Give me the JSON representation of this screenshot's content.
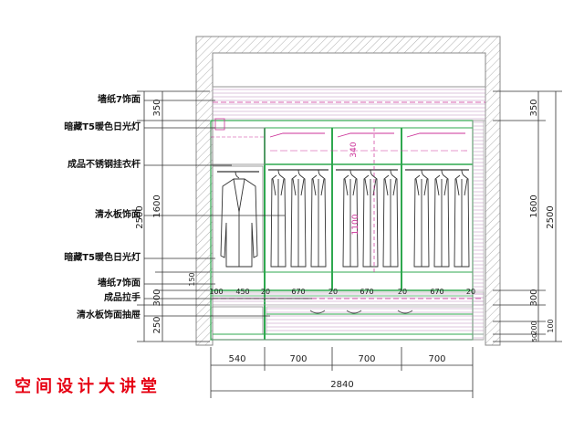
{
  "labels": [
    "墙纸7饰面",
    "暗藏T5暖色日光灯",
    "成品不锈钢挂衣杆",
    "清水板饰面",
    "暗藏T5暖色日光灯",
    "墙纸7饰面",
    "成品拉手",
    "清水板饰面抽屉"
  ],
  "left_dims": [
    "350",
    "2500",
    "1600",
    "300",
    "250"
  ],
  "right_dims": [
    "350",
    "1600",
    "2500",
    "300",
    "200",
    "50",
    "100"
  ],
  "bottom_dims": [
    "540",
    "700",
    "700",
    "700"
  ],
  "total_width": "2840",
  "inner_dims": [
    "100",
    "450",
    "20",
    "670",
    "20",
    "670",
    "20",
    "670",
    "20"
  ],
  "rod_dims": [
    "340",
    "1100"
  ],
  "small_dims": [
    "150"
  ],
  "watermark": "空间设计大讲堂",
  "colors": {
    "wall": "#999999",
    "green": "#2fa84f",
    "magenta": "#cc3399",
    "dim": "#333333",
    "watermark": "#e60012"
  }
}
